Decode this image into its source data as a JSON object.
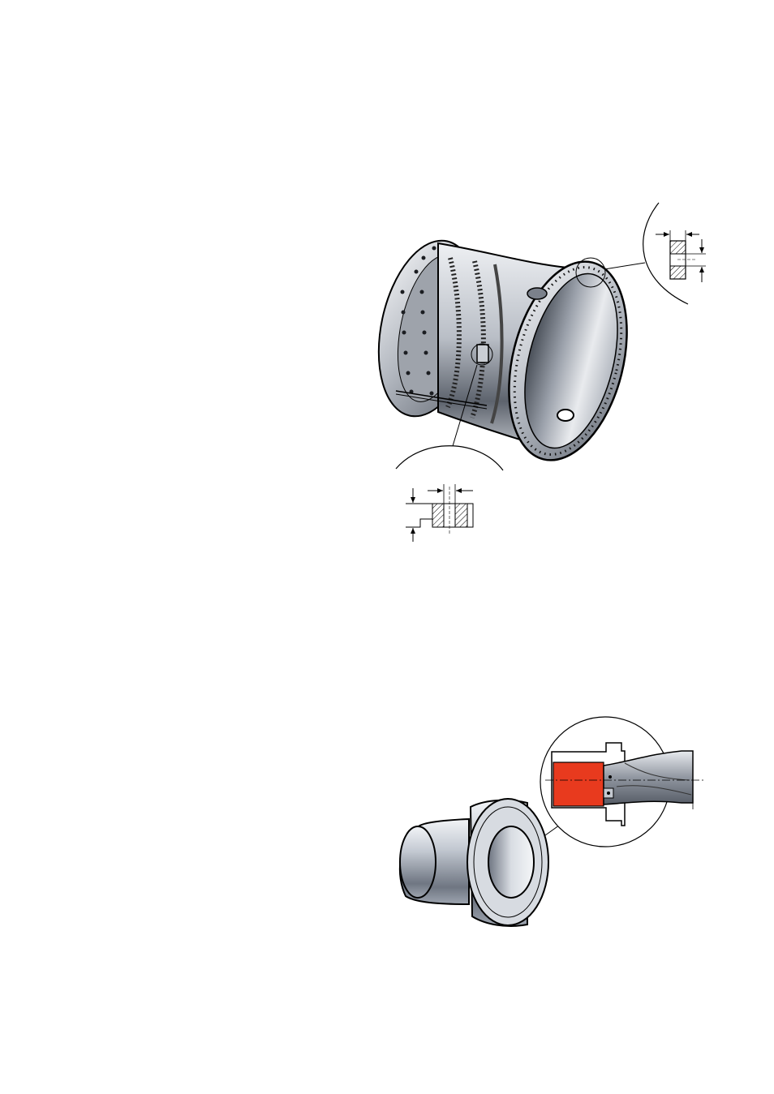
{
  "figures": [
    {
      "id": "casing-drilling",
      "subject": "large-ring-casing",
      "details": [
        "flange-hole-detail-top",
        "boss-hole-detail-bottom"
      ]
    },
    {
      "id": "flanged-bushing-drilling",
      "subject": "flanged-bushing",
      "details": [
        "drill-in-bore-section-detail"
      ]
    }
  ],
  "colors": {
    "metal_light": "#e6e9ee",
    "metal_mid": "#a3a9b3",
    "metal_dark": "#4c525c",
    "section_red": "#e83a1e",
    "line": "#000000"
  },
  "icons": [
    "drill-tool-icon",
    "insert-icon"
  ]
}
